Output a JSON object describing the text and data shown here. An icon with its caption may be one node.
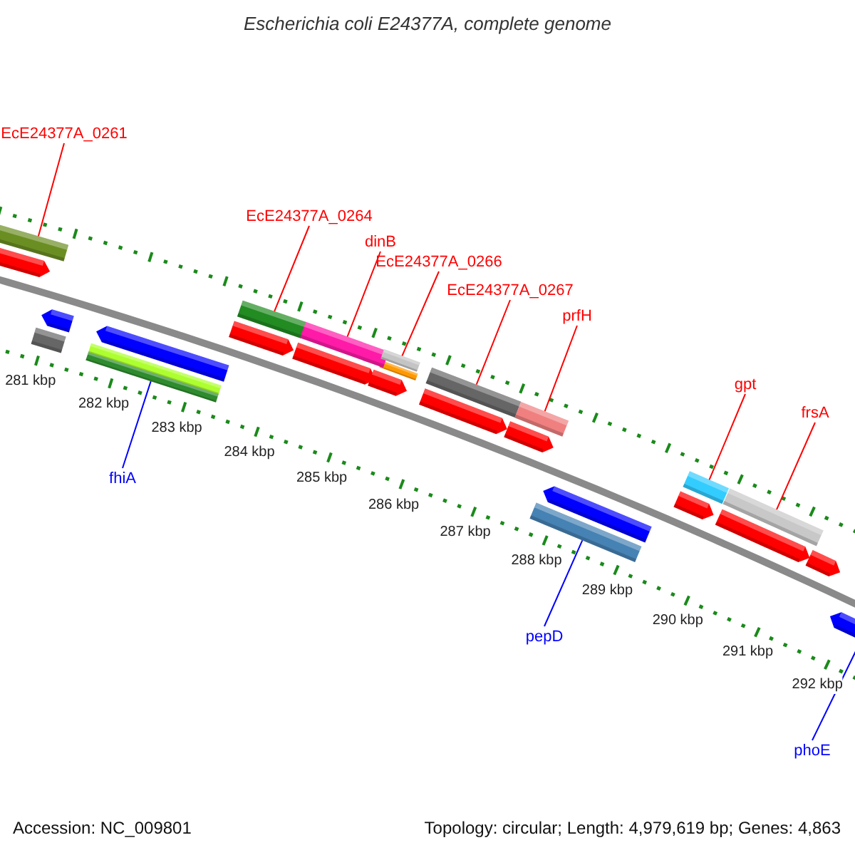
{
  "diagram": {
    "title": "Escherichia coli E24377A, complete genome",
    "nodes": [
      {
        "text": [
          "EcE24377A_0261"
        ]
      },
      {
        "text": [],
        "shape": "bar"
      },
      {
        "text": [
          "EcE24377A_0264"
        ]
      },
      {
        "text": [],
        "shape": "bar"
      },
      {
        "text": [
          "dinB"
        ]
      },
      {
        "text": [],
        "shape": "bar"
      },
      {
        "text": [
          "EcE24377A_0266"
        ]
      },
      {
        "text": [],
        "shape": "bar"
      },
      {
        "text": [
          "EcE24377A_0267"
        ]
      },
      {
        "text": [],
        "shape": "bar"
      },
      {
        "text": [
          "prfH"
        ]
      },
      {
        "text": [],
        "shape": "bar"
      },
      {
        "text": [
          "gpt"
        ]
      },
      {
        "text": [],
        "shape": "bar"
      },
      {
        "text": [
          "frsA"
        ]
      },
      {
        "text": [],
        "shape": "bar"
      },
      {
        "text": [
          "fhiA"
        ]
      },
      {
        "text": [],
        "shape": "bar"
      },
      {
        "text": [
          "pepD"
        ]
      },
      {
        "text": [],
        "shape": "bar"
      },
      {
        "text": [
          "phoE"
        ]
      }
    ],
    "edges": [
      {
        "from": 0,
        "to": 1,
        "arrow": "none"
      },
      {
        "from": 2,
        "to": 3,
        "arrow": "none"
      },
      {
        "from": 4,
        "to": 5,
        "arrow": "none"
      },
      {
        "from": 6,
        "to": 7,
        "arrow": "none"
      },
      {
        "from": 8,
        "to": 9,
        "arrow": "none"
      },
      {
        "from": 10,
        "to": 11,
        "arrow": "none"
      },
      {
        "from": 12,
        "to": 13,
        "arrow": "none"
      },
      {
        "from": 14,
        "to": 15,
        "arrow": "none"
      },
      {
        "from": 16,
        "to": 17,
        "arrow": "none",
        "color": "#0000ff"
      },
      {
        "from": 18,
        "to": 19,
        "arrow": "none",
        "color": "#0000ff"
      },
      {
        "from": 20,
        "to": null,
        "arrow": "none",
        "color": "#0000ff"
      }
    ],
    "labels": [
      "281 kbp",
      "282 kbp",
      "283 kbp",
      "284 kbp",
      "285 kbp",
      "286 kbp",
      "287 kbp",
      "288 kbp",
      "289 kbp",
      "290 kbp",
      "291 kbp",
      "292 kbp",
      "Accession: NC_009801",
      "Topology: circular; Length: 4,979,619 bp; Genes: 4,863"
    ]
  }
}
